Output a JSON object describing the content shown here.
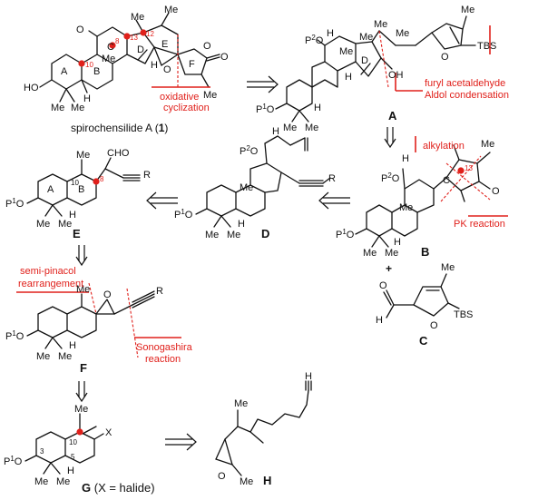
{
  "compounds": {
    "one": {
      "name": "spirochensilide A (",
      "num": "1",
      "close": ")",
      "rings": [
        "A",
        "B",
        "C",
        "D",
        "E",
        "F"
      ],
      "pos": [
        "10",
        "8",
        "13",
        "12"
      ],
      "annotation": [
        "oxidative",
        "cyclization"
      ]
    },
    "A": {
      "label": "A",
      "annotation": [
        "furyl acetaldehyde",
        "Aldol condensation"
      ],
      "ring": "D"
    },
    "B": {
      "label": "B",
      "annotation_top": "alkylation",
      "annotation_bottom": "PK reaction",
      "ring": "C",
      "pos": "13"
    },
    "C": {
      "label": "C"
    },
    "D": {
      "label": "D"
    },
    "E": {
      "label": "E",
      "rings": [
        "A",
        "B"
      ],
      "pos": [
        "10",
        "8"
      ]
    },
    "F": {
      "label": "F",
      "annotation_top": [
        "semi-pinacol",
        "rearrangement"
      ],
      "annotation_bottom": [
        "Sonogashira",
        "reaction"
      ]
    },
    "G": {
      "label": "G",
      "note": " (X = halide)",
      "pos": [
        "10",
        "3",
        "5"
      ]
    },
    "H": {
      "label": "H"
    }
  },
  "atoms": {
    "me": "Me",
    "h": "H",
    "o": "O",
    "ho": "HO",
    "oh": "OH",
    "x": "X",
    "r": "R",
    "cho": "CHO",
    "tbs": "TBS",
    "p1o": "P",
    "p2o": "P",
    "plus": "+"
  },
  "colors": {
    "accent": "#e0201b",
    "ink": "#111111"
  }
}
